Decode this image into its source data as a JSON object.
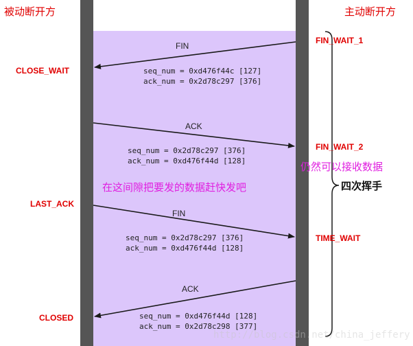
{
  "colors": {
    "state_red": "#e00000",
    "note_magenta": "#e020e0",
    "window_fill": "#dcc6fb",
    "lifeline_fill": "#555555",
    "arrow": "#1a1a1a",
    "watermark": "#c8c8c8"
  },
  "passive_side": {
    "title": "被动断开方"
  },
  "active_side": {
    "title": "主动断开方"
  },
  "passive_states": {
    "close_wait": "CLOSE_WAIT",
    "last_ack": "LAST_ACK",
    "closed": "CLOSED"
  },
  "active_states": {
    "fin_wait_1": "FIN_WAIT_1",
    "fin_wait_2": "FIN_WAIT_2",
    "time_wait": "TIME_WAIT"
  },
  "messages": [
    {
      "label": "FIN",
      "seq": "seq_num = 0xd476f44c [127]",
      "ack": "ack_num = 0x2d78c297 [376]"
    },
    {
      "label": "ACK",
      "seq": "seq_num = 0x2d78c297 [376]",
      "ack": "ack_num = 0xd476f44d [128]"
    },
    {
      "label": "FIN",
      "seq": "seq_num = 0x2d78c297 [376]",
      "ack": "ack_num = 0xd476f44d [128]"
    },
    {
      "label": "ACK",
      "seq": "seq_num = 0xd476f44d [128]",
      "ack": "ack_num = 0x2d78c298 [377]"
    }
  ],
  "notes": {
    "still_receive": "仍然可以接收数据",
    "send_remaining": "在这间隙把要发的数据赶快发吧"
  },
  "caption": "四次挥手",
  "watermark": "http://blog.csdn.net/china_jeffery"
}
